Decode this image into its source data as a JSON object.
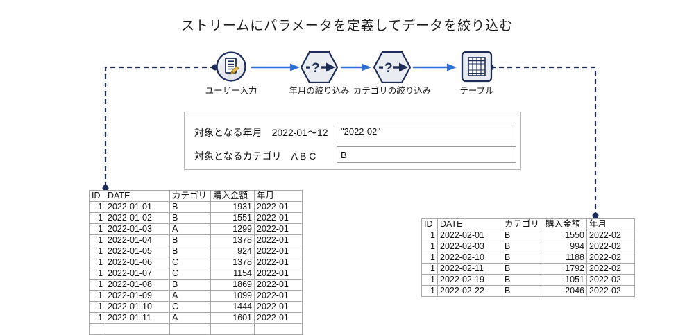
{
  "title": "ストリームにパラメータを定義してデータを絞り込む",
  "colors": {
    "node_navy": "#1d2c58",
    "arrow_blue": "#2e6fd8",
    "pencil_yellow": "#e8bd4e"
  },
  "flow": {
    "nodes": [
      {
        "label": "ユーザー入力",
        "icon": "document-pencil-icon"
      },
      {
        "label": "年月の絞り込み",
        "icon": "select-question-arrow-icon"
      },
      {
        "label": "カテゴリの絞り込み",
        "icon": "select-question-arrow-icon"
      },
      {
        "label": "テーブル",
        "icon": "table-grid-icon"
      }
    ]
  },
  "parameters": {
    "rows": [
      {
        "label": "対象となる年月　2022-01〜12",
        "value": "\"2022-02\""
      },
      {
        "label": "対象となるカテゴリ　A B C",
        "value": "B"
      }
    ]
  },
  "left_table": {
    "headers": [
      "ID",
      "DATE",
      "カテゴリ",
      "購入金額",
      "年月"
    ],
    "rows": [
      [
        "1",
        "2022-01-01",
        "B",
        "1931",
        "2022-01"
      ],
      [
        "1",
        "2022-01-02",
        "B",
        "1551",
        "2022-01"
      ],
      [
        "1",
        "2022-01-03",
        "A",
        "1299",
        "2022-01"
      ],
      [
        "1",
        "2022-01-04",
        "B",
        "1378",
        "2022-01"
      ],
      [
        "1",
        "2022-01-05",
        "B",
        "924",
        "2022-01"
      ],
      [
        "1",
        "2022-01-06",
        "C",
        "1378",
        "2022-01"
      ],
      [
        "1",
        "2022-01-07",
        "C",
        "1154",
        "2022-01"
      ],
      [
        "1",
        "2022-01-08",
        "B",
        "1869",
        "2022-01"
      ],
      [
        "1",
        "2022-01-09",
        "A",
        "1099",
        "2022-01"
      ],
      [
        "1",
        "2022-01-10",
        "C",
        "1444",
        "2022-01"
      ],
      [
        "1",
        "2022-01-11",
        "A",
        "1601",
        "2022-01"
      ]
    ],
    "partial_row": true
  },
  "right_table": {
    "headers": [
      "ID",
      "DATE",
      "カテゴリ",
      "購入金額",
      "年月"
    ],
    "rows": [
      [
        "1",
        "2022-02-01",
        "B",
        "1550",
        "2022-02"
      ],
      [
        "1",
        "2022-02-03",
        "B",
        "994",
        "2022-02"
      ],
      [
        "1",
        "2022-02-10",
        "B",
        "1188",
        "2022-02"
      ],
      [
        "1",
        "2022-02-11",
        "B",
        "1792",
        "2022-02"
      ],
      [
        "1",
        "2022-02-19",
        "B",
        "1051",
        "2022-02"
      ],
      [
        "1",
        "2022-02-22",
        "B",
        "2046",
        "2022-02"
      ]
    ],
    "partial_row": false
  }
}
